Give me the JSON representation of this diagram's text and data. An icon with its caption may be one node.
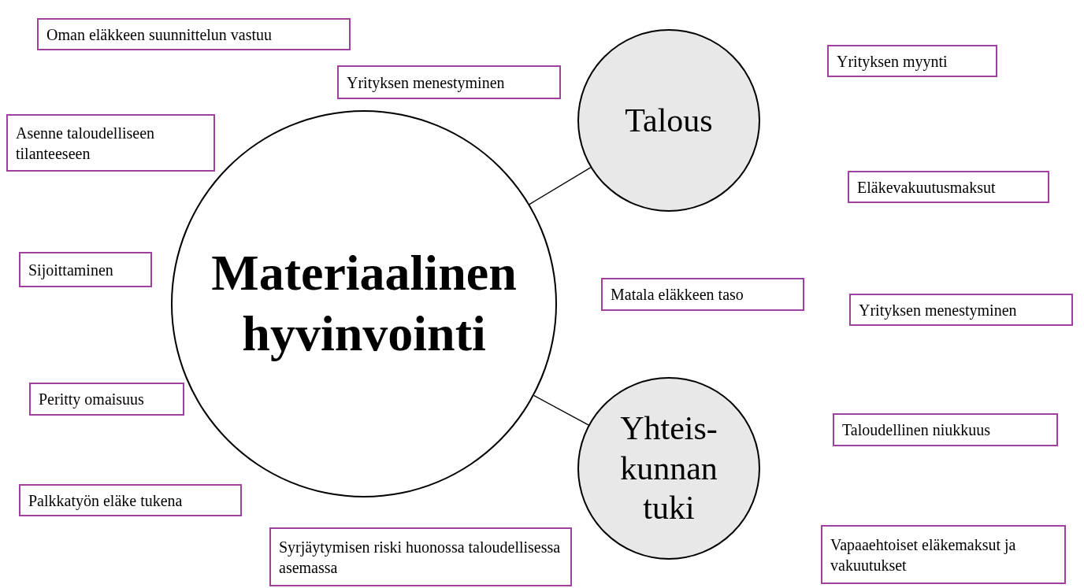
{
  "diagram": {
    "nodes": [
      {
        "text": [
          "Materiaalinen hyvinvointi"
        ]
      },
      {
        "text": [
          "Talous"
        ]
      },
      {
        "text": [
          "Yhteis- kunnan tuki"
        ]
      },
      {
        "text": [
          "Oman eläkkeen suunnittelun vastuu"
        ]
      },
      {
        "text": [
          "Yrityksen menestyminen"
        ]
      },
      {
        "text": [
          "Yrityksen myynti"
        ]
      },
      {
        "text": [
          "Asenne taloudelliseen tilanteeseen"
        ]
      },
      {
        "text": [
          "Eläkevakuutusmaksut"
        ]
      },
      {
        "text": [
          "Sijoittaminen"
        ]
      },
      {
        "text": [
          "Matala eläkkeen taso"
        ]
      },
      {
        "text": [
          "Yrityksen menestyminen"
        ]
      },
      {
        "text": [
          "Peritty omaisuus"
        ]
      },
      {
        "text": [
          "Taloudellinen niukkuus"
        ]
      },
      {
        "text": [
          "Palkkatyön eläke tukena"
        ]
      },
      {
        "text": [
          "Syrjäytymisen riski huonossa taloudellisessa asemassa"
        ]
      },
      {
        "text": [
          "Vapaaehtoiset eläkemaksut ja vakuutukset"
        ]
      }
    ],
    "edges": [
      {
        "from": 0,
        "to": 1,
        "arrow": "none"
      },
      {
        "from": 0,
        "to": 2,
        "arrow": "none"
      }
    ]
  }
}
